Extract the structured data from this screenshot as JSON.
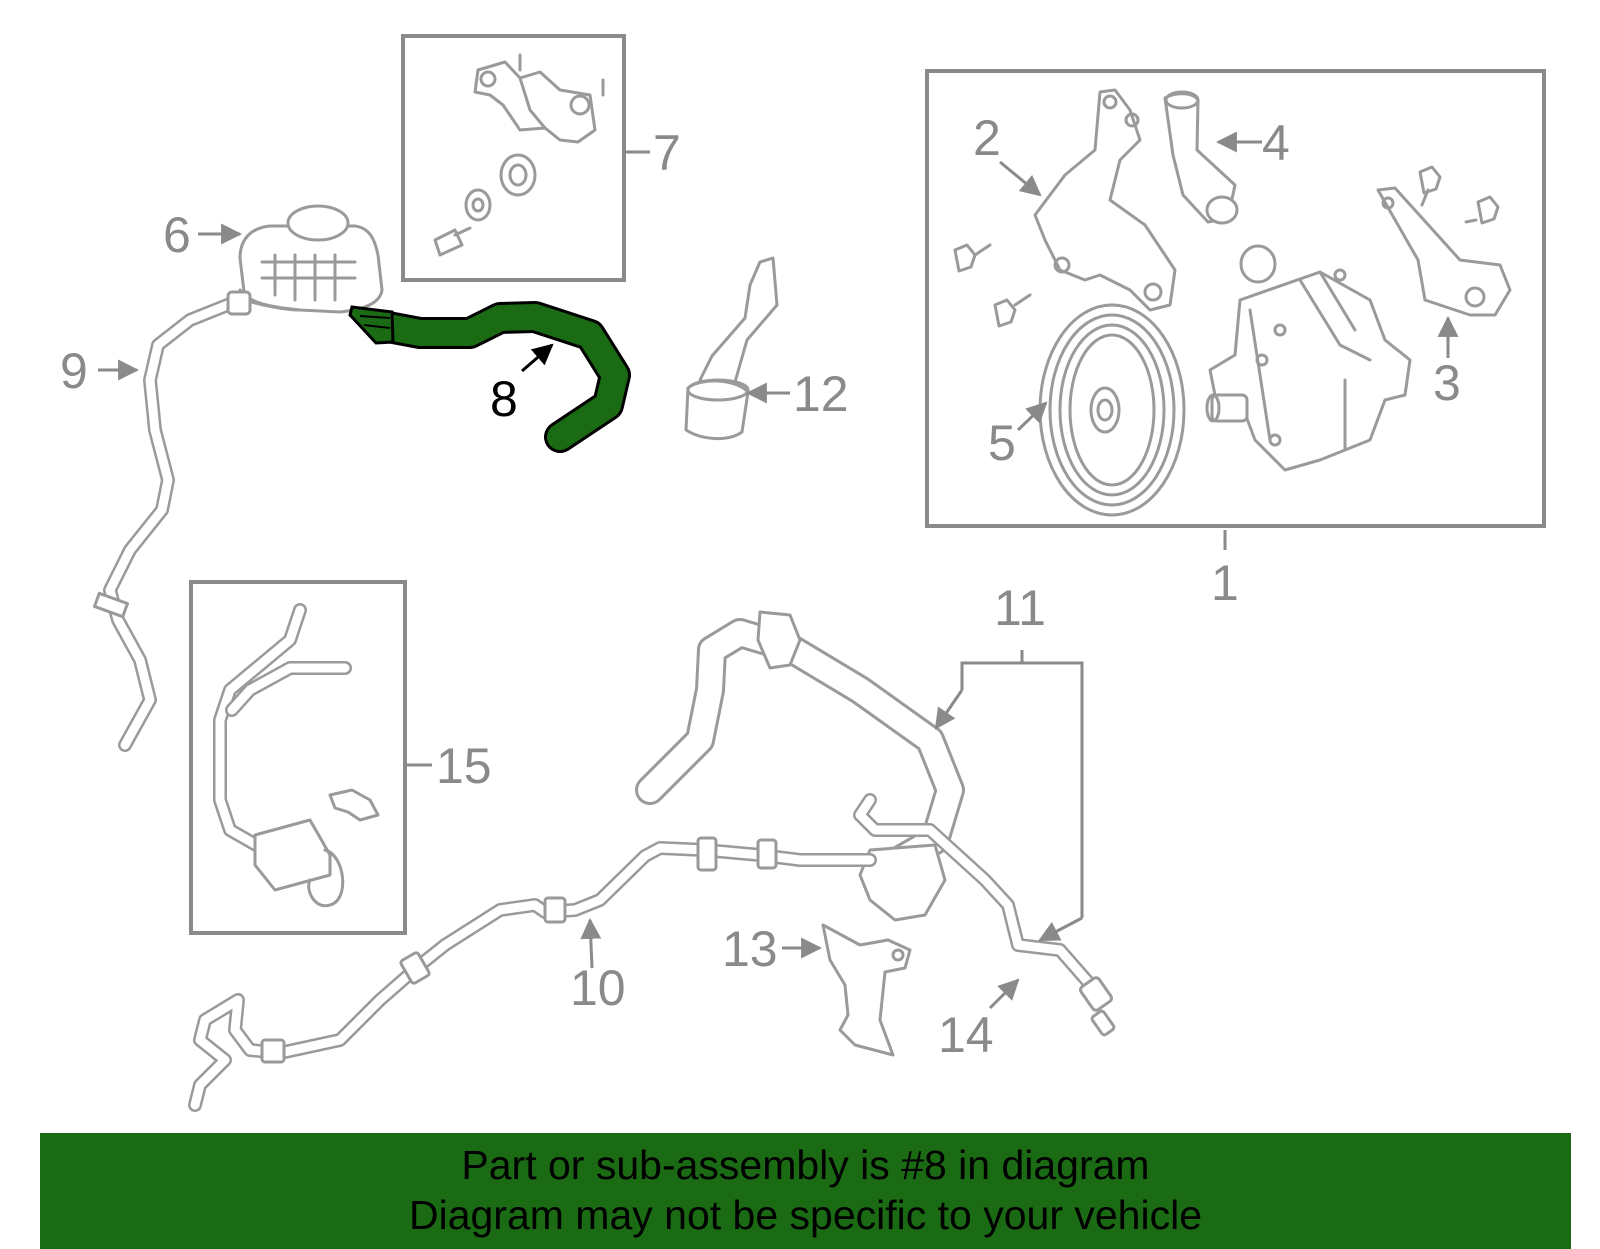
{
  "callouts": {
    "c1": "1",
    "c2": "2",
    "c3": "3",
    "c4": "4",
    "c5": "5",
    "c6": "6",
    "c7": "7",
    "c8": "8",
    "c9": "9",
    "c10": "10",
    "c11": "11",
    "c12": "12",
    "c13": "13",
    "c14": "14",
    "c15": "15"
  },
  "highlighted_part": "8",
  "banner": {
    "line1": "Part or sub-assembly is #8 in diagram",
    "line2": "Diagram may not be specific to your vehicle"
  },
  "colors": {
    "highlight": "#1a6b13",
    "banner_bg": "#1a6b13",
    "line_art": "#9a9a9a"
  }
}
